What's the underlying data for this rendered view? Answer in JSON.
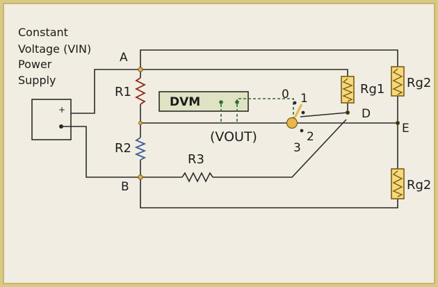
{
  "power_supply": {
    "caption_lines": [
      "Constant",
      "Voltage (VIN)",
      "Power",
      "Supply"
    ],
    "plus_sign": "+"
  },
  "nodes": {
    "a": "A",
    "b": "B",
    "d": "D",
    "e": "E"
  },
  "resistors": {
    "r1": "R1",
    "r2": "R2",
    "r3": "R3",
    "rg1": "Rg1",
    "rg2_top": "Rg2",
    "rg2_bottom": "Rg2"
  },
  "dvm": {
    "label": "DVM",
    "output_label": "(VOUT)"
  },
  "switch": {
    "pos0": "0",
    "pos1": "1",
    "pos2": "2",
    "pos3": "3"
  },
  "colors": {
    "wire": "#2a2a2a",
    "r1": "#8b2a1a",
    "r2": "#3a5f92",
    "gauge_fill": "#f6d97c",
    "gauge_stroke": "#7a5a14",
    "dvm_fill": "#dfe3c4",
    "dvm_lead": "#2f6b2f",
    "switch": "#e8b64a",
    "frame_outer": "#d8c987",
    "frame_inner": "#f1ede2"
  }
}
